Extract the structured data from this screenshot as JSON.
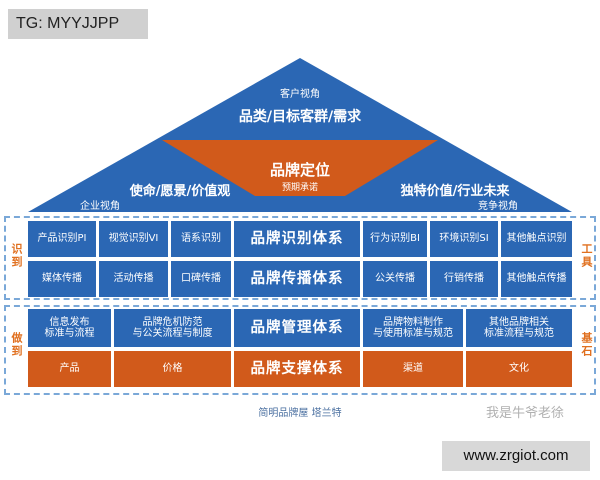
{
  "tag": "TG: MYYJJPP",
  "roof": {
    "top_label": "客户视角",
    "top_main": "品类/目标客群/需求",
    "center_title": "品牌定位",
    "center_sub": "预期承诺",
    "left_main": "使命/愿景/价值观",
    "left_sub": "企业视角",
    "right_main": "独特价值/行业未来",
    "right_sub": "竞争视角"
  },
  "side_labels": {
    "left_top": "识到",
    "right_top": "工具",
    "left_bottom": "做到",
    "right_bottom": "基石"
  },
  "row1": [
    "产品识别PI",
    "视觉识别VI",
    "语系识别",
    "品牌识别体系",
    "行为识别BI",
    "环境识别SI",
    "其他触点识别"
  ],
  "row2": [
    "媒体传播",
    "活动传播",
    "口碑传播",
    "品牌传播体系",
    "公关传播",
    "行销传播",
    "其他触点传播"
  ],
  "row3": [
    "信息发布\n标准与流程",
    "品牌危机防范\n与公关流程与制度",
    "品牌管理体系",
    "品牌物料制作\n与使用标准与规范",
    "其他品牌相关\n标准流程与规范"
  ],
  "row4": [
    "产品",
    "价格",
    "品牌支撑体系",
    "渠道",
    "文化"
  ],
  "caption": "简明品牌屋 塔兰特",
  "watermark": "我是牛爷老徐",
  "url": "www.zrgiot.com",
  "colors": {
    "blue": "#2b67b4",
    "orange": "#d15a1b",
    "dash": "#7aa8d8"
  }
}
